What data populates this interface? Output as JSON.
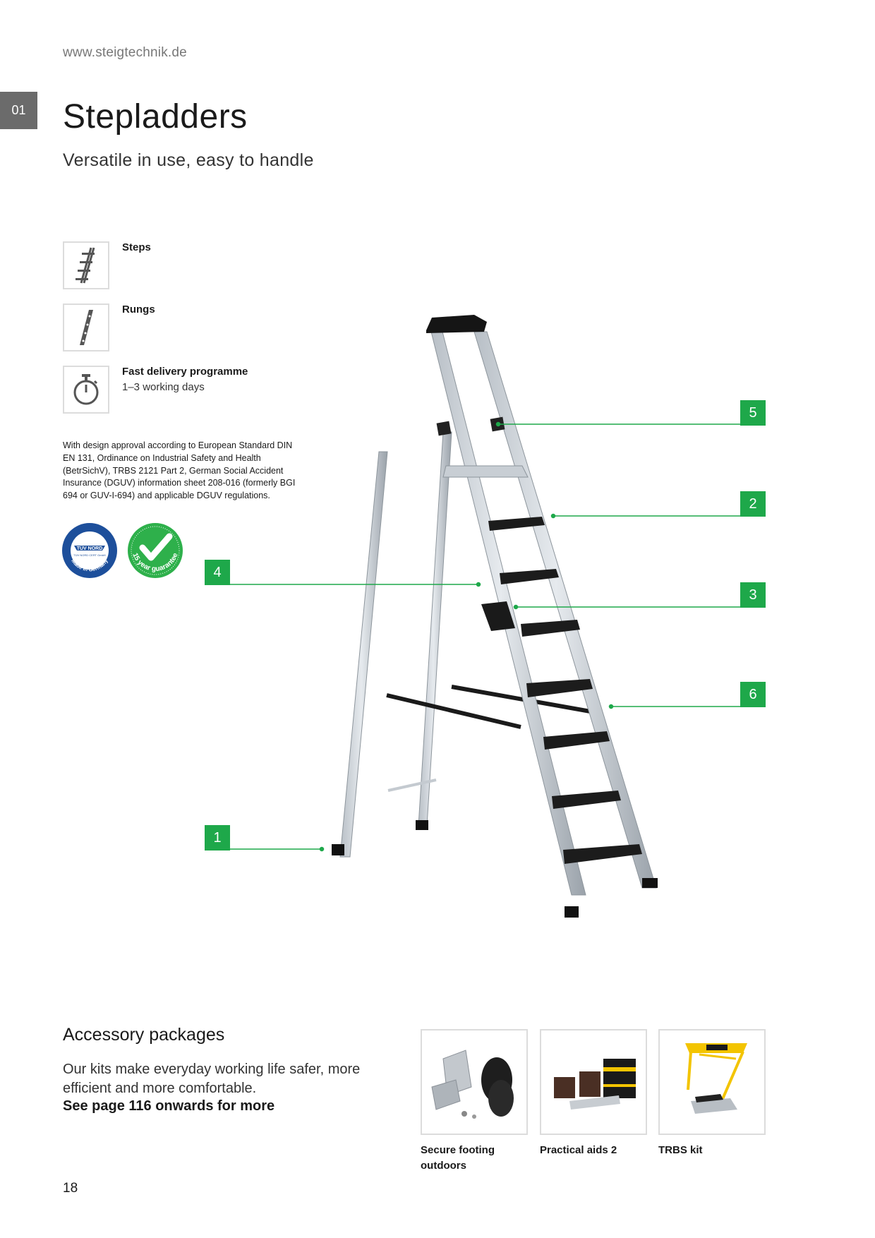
{
  "header": {
    "url": "www.steigtechnik.de",
    "chapter": "01",
    "title": "Stepladders",
    "subtitle": "Versatile in use, easy to handle"
  },
  "features": [
    {
      "icon": "steps-icon",
      "label": "Steps",
      "sub": ""
    },
    {
      "icon": "rungs-icon",
      "label": "Rungs",
      "sub": ""
    },
    {
      "icon": "stopwatch-icon",
      "label": "Fast delivery programme",
      "sub": "1–3 working days"
    }
  ],
  "approval_text": "With design approval according to European Standard DIN EN 131, Ordinance on Industrial Safety and Health (BetrSichV), TRBS 2121 Part 2, German Social Accident Insurance (DGUV) information sheet 208-016 (formerly BGI 694 or GUV-I-694) and applicable DGUV regulations.",
  "seals": {
    "tuv": {
      "top": "TÜV NORD",
      "mid": "TÜV NORD CERT GmbH",
      "bottom": "Made in Germany"
    },
    "guarantee": {
      "text": "15 year guarantee"
    }
  },
  "callouts": {
    "c1": "1",
    "c2": "2",
    "c3": "3",
    "c4": "4",
    "c5": "5",
    "c6": "6"
  },
  "accessories": {
    "title": "Accessory packages",
    "text": "Our kits make everyday working life safer, more efficient and more comfortable.",
    "link": "See page 116 onwards for more",
    "items": [
      {
        "caption": "Secure footing outdoors"
      },
      {
        "caption": "Practical aids 2"
      },
      {
        "caption": "TRBS kit"
      }
    ]
  },
  "page_number": "18",
  "colors": {
    "accent_green": "#1ea84a",
    "tab_gray": "#6b6b6b",
    "border_gray": "#dcdcdc"
  }
}
